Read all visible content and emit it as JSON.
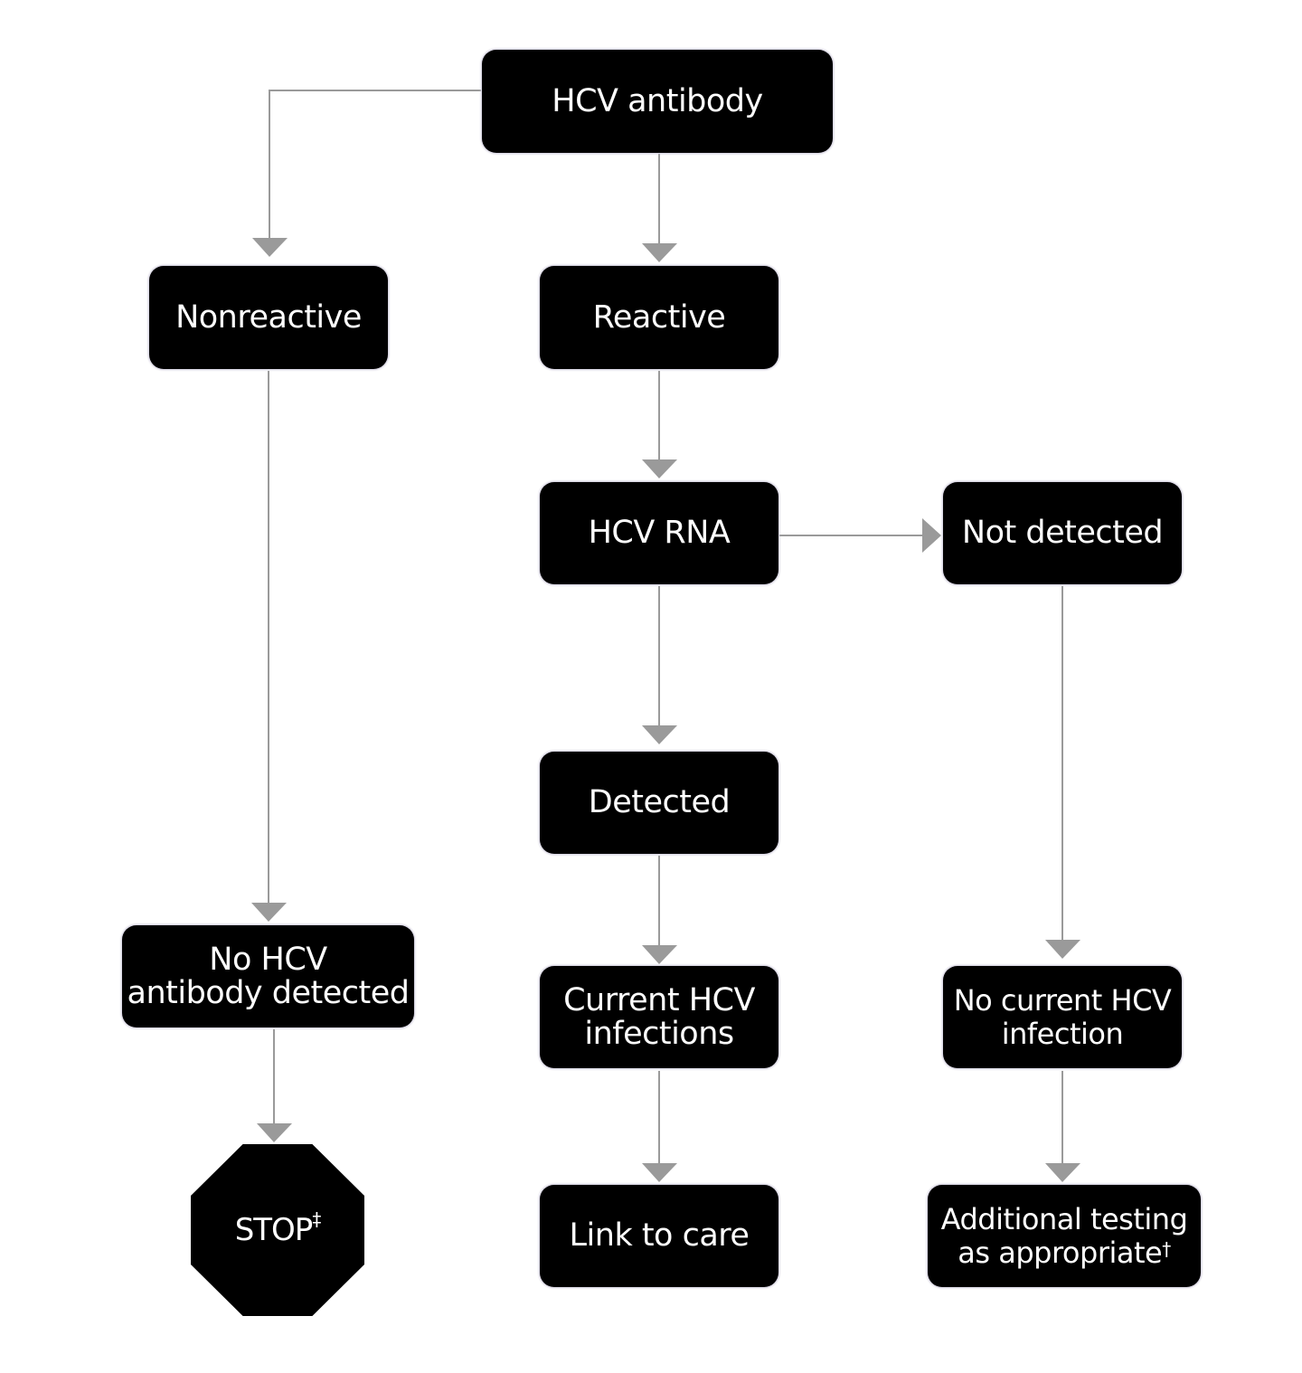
{
  "diagram": {
    "title": "HCV testing sequence",
    "colors": {
      "node_fill": "#000000",
      "node_text": "#ffffff",
      "connector": "#9a9a9a",
      "background": "#ffffff"
    },
    "nodes": {
      "hcv_antibody": {
        "label": "HCV antibody"
      },
      "nonreactive": {
        "label": "Nonreactive"
      },
      "reactive": {
        "label": "Reactive"
      },
      "hcv_rna": {
        "label": "HCV RNA"
      },
      "not_detected": {
        "label": "Not detected"
      },
      "detected": {
        "label": "Detected"
      },
      "no_antibody": {
        "line1": "No HCV",
        "line2": "antibody detected"
      },
      "current_infection": {
        "line1": "Current HCV",
        "line2": "infections"
      },
      "no_current_infection": {
        "line1": "No current HCV",
        "line2": "infection"
      },
      "stop": {
        "label": "STOP",
        "mark": "‡"
      },
      "link_to_care": {
        "label": "Link to care"
      },
      "additional_testing": {
        "line1": "Additional testing",
        "line2": "as appropriate",
        "mark": "†"
      }
    },
    "edges": [
      {
        "from": "hcv_antibody",
        "to": "nonreactive"
      },
      {
        "from": "hcv_antibody",
        "to": "reactive"
      },
      {
        "from": "reactive",
        "to": "hcv_rna"
      },
      {
        "from": "hcv_rna",
        "to": "not_detected"
      },
      {
        "from": "hcv_rna",
        "to": "detected"
      },
      {
        "from": "nonreactive",
        "to": "no_antibody"
      },
      {
        "from": "detected",
        "to": "current_infection"
      },
      {
        "from": "not_detected",
        "to": "no_current_infection"
      },
      {
        "from": "no_antibody",
        "to": "stop"
      },
      {
        "from": "current_infection",
        "to": "link_to_care"
      },
      {
        "from": "no_current_infection",
        "to": "additional_testing"
      }
    ]
  }
}
